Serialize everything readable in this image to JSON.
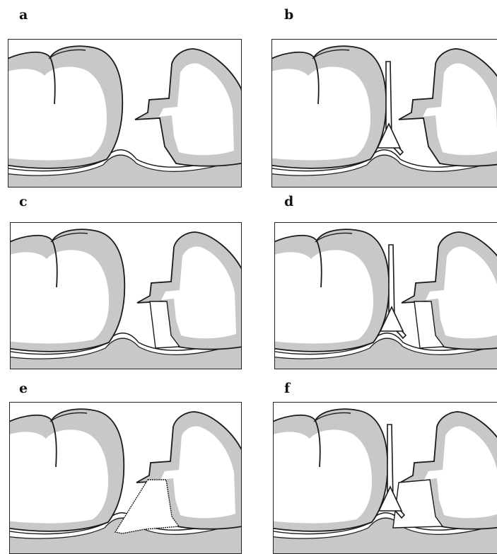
{
  "panels": [
    {
      "label": "a",
      "matrix": false,
      "wedge": false,
      "filling": "none"
    },
    {
      "label": "b",
      "matrix": true,
      "wedge": true,
      "filling": "none"
    },
    {
      "label": "c",
      "matrix": false,
      "wedge": false,
      "filling": "partial"
    },
    {
      "label": "d",
      "matrix": true,
      "wedge": true,
      "filling": "partial"
    },
    {
      "label": "e",
      "matrix": false,
      "wedge": false,
      "filling": "excess"
    },
    {
      "label": "f",
      "matrix": true,
      "wedge": true,
      "filling": "full"
    }
  ],
  "colors": {
    "stroke": "#1a1a1a",
    "enamel": "#c8c8c8",
    "dentin": "#ffffff",
    "background": "#ffffff"
  }
}
